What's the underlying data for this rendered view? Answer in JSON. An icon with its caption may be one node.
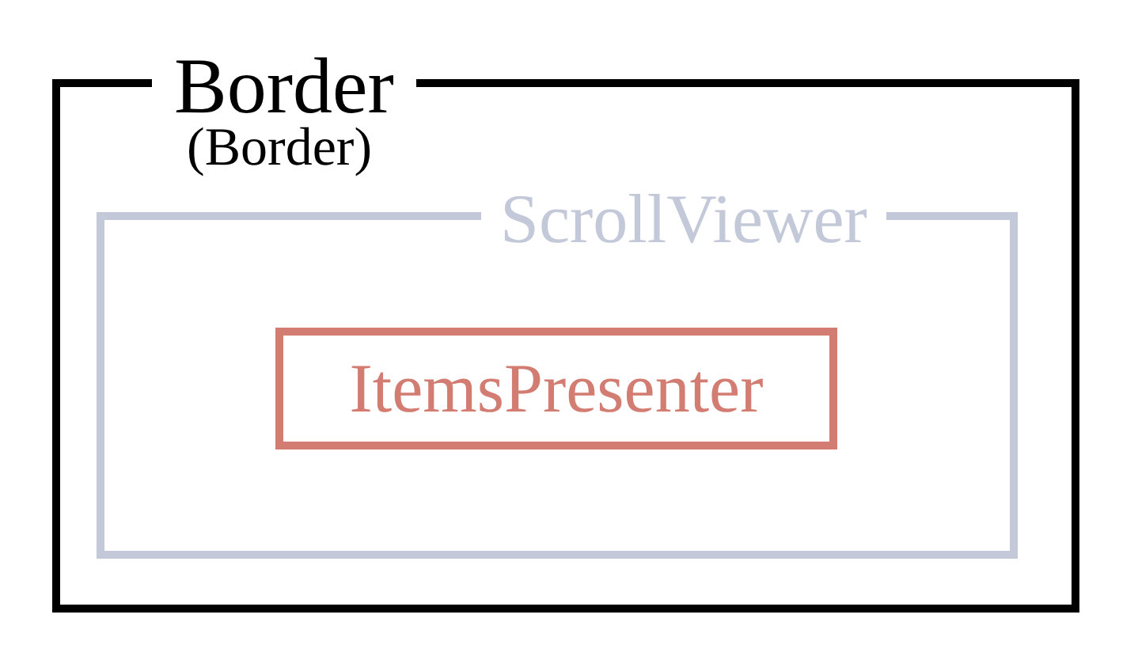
{
  "diagram": {
    "nodes": [
      {
        "text": [
          "Border",
          "(Border)"
        ]
      },
      {
        "text": [
          "ScrollViewer"
        ],
        "in": 0
      },
      {
        "text": [
          "ItemsPresenter"
        ],
        "in": 1
      }
    ]
  }
}
